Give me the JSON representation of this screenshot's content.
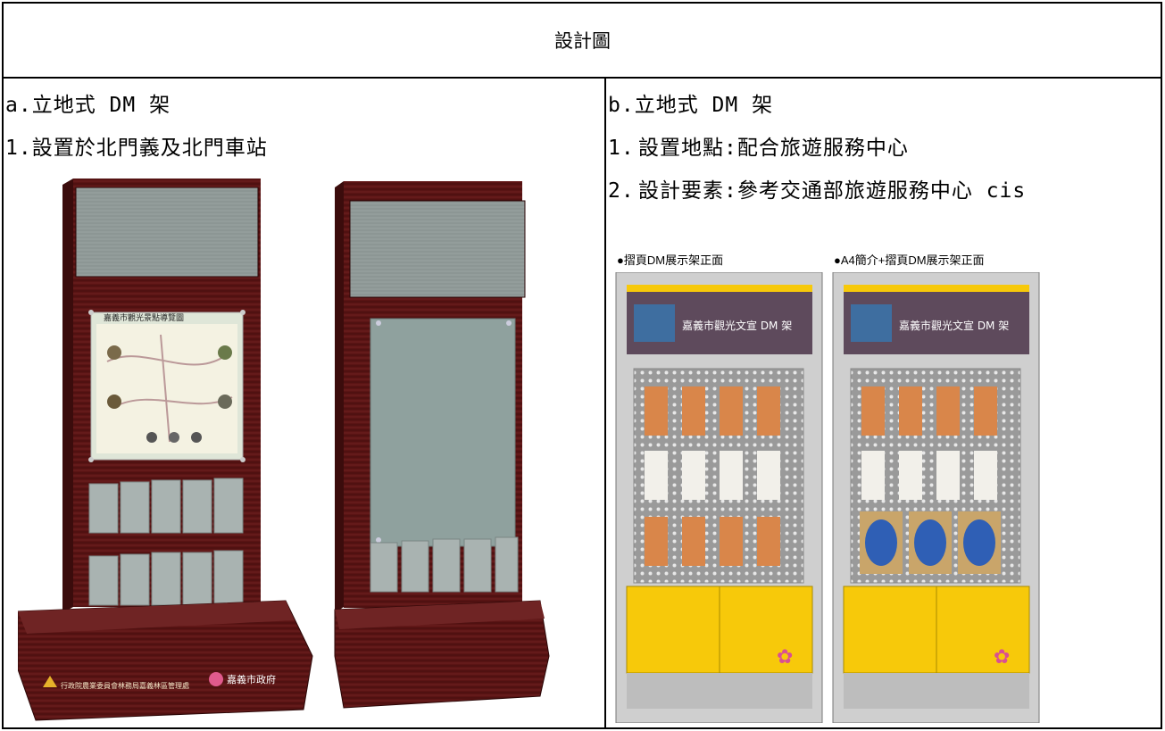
{
  "header": {
    "title": "設計圖"
  },
  "left": {
    "heading": "a.立地式 DM 架",
    "line1": "1.設置於北門義及北門車站",
    "figure": {
      "map_title": "嘉義市觀光景點導覽圖",
      "base_logo_text": "行政院農業委員會林務局嘉義林區管理處",
      "base_city_text": "嘉義市政府"
    }
  },
  "right": {
    "heading": "b.立地式 DM 架",
    "items": [
      {
        "num": "1.",
        "text": "設置地點:配合旅遊服務中心"
      },
      {
        "num": "2.",
        "text": "設計要素:參考交通部旅遊服務中心 cis"
      }
    ],
    "figure": {
      "caption1": "●摺頁DM展示架正面",
      "caption2": "●A4簡介+摺頁DM展示架正面",
      "sign_text": "嘉義市觀光文宣 DM 架"
    }
  },
  "colors": {
    "wood": "#5a1414",
    "glass": "#8fa19e",
    "yellow": "#f7c90a",
    "sign": "#5e4a5c",
    "frame": "#cfcfcf"
  }
}
